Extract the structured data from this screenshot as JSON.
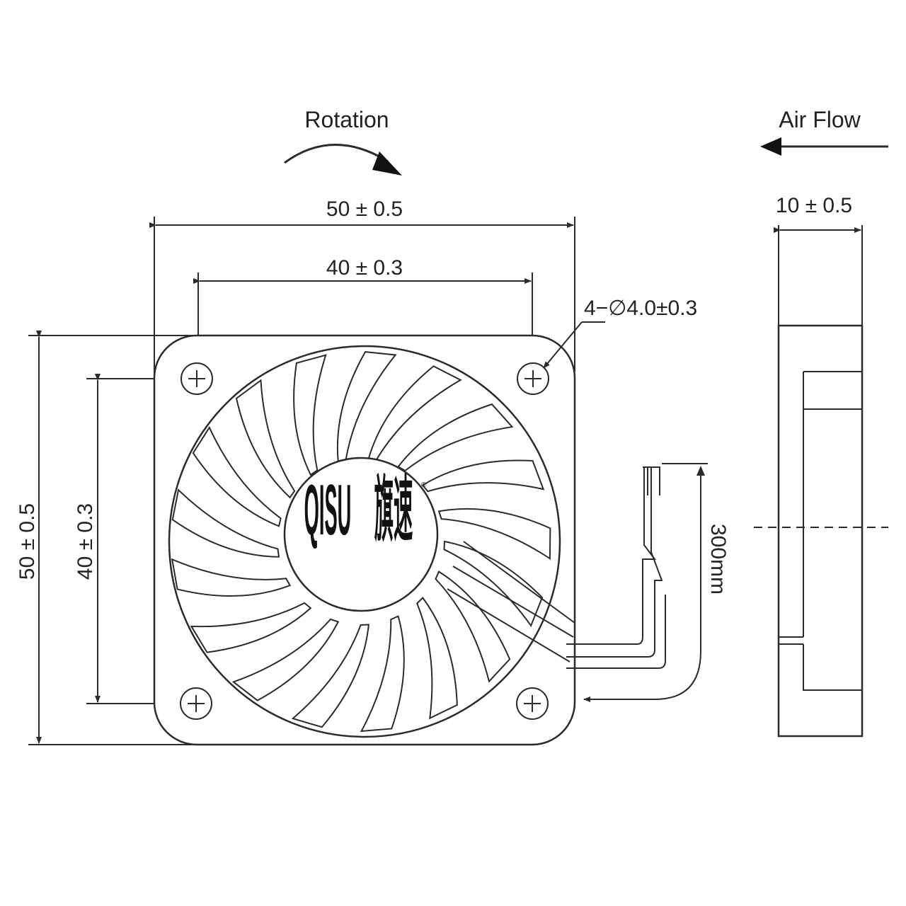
{
  "labels": {
    "rotation": "Rotation",
    "air_flow": "Air Flow",
    "outer_width": "50 ± 0.5",
    "inner_width": "40 ± 0.3",
    "thickness": "10 ± 0.5",
    "hole_spec": "4−∅4.0±0.3",
    "outer_height": "50 ± 0.5",
    "inner_height": "40 ± 0.3",
    "cable_length": "300mm"
  },
  "brand": {
    "latin": "QISU",
    "chinese": "旗速",
    "registered_mark": "®"
  },
  "colors": {
    "line": "#2b2b2b",
    "text": "#222222",
    "background": "#ffffff"
  }
}
